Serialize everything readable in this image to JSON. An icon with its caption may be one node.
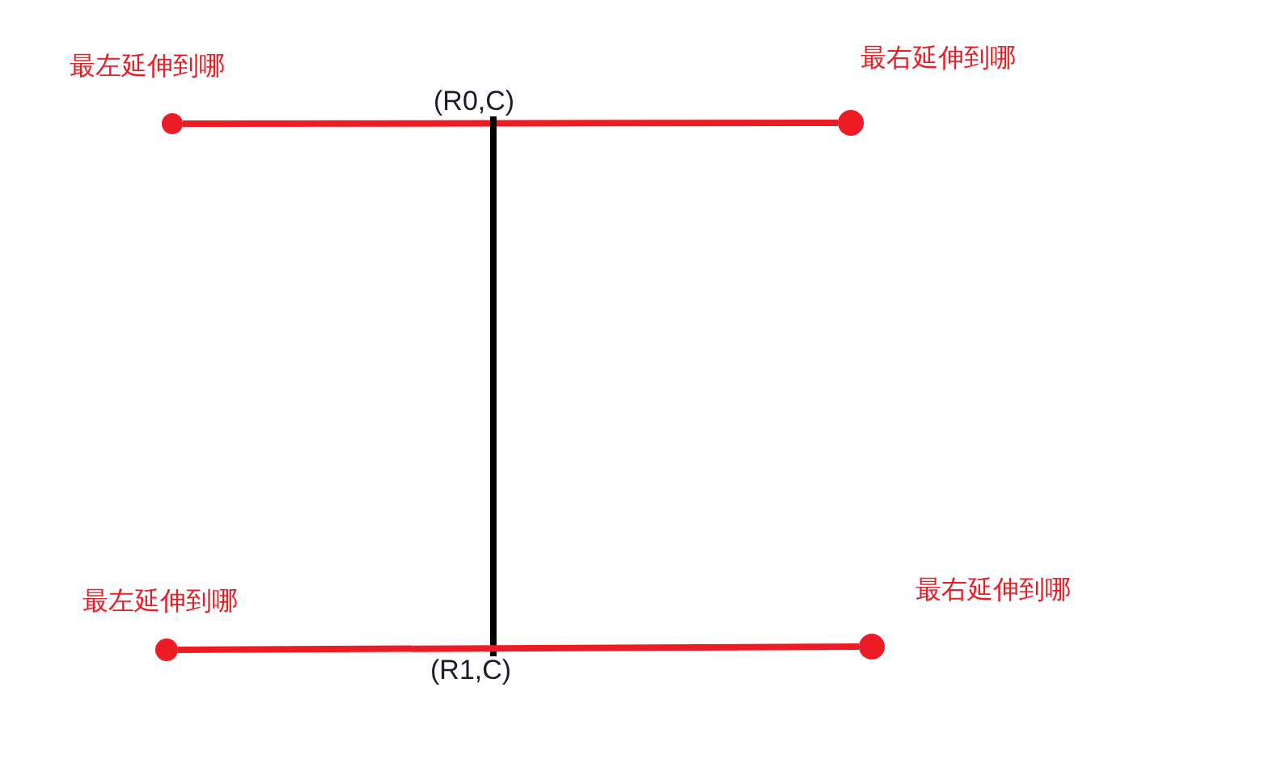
{
  "diagram": {
    "nodes": [
      {
        "text": [],
        "shape": "circle",
        "beside": [
          "最左延伸到哪"
        ]
      },
      {
        "text": [
          "(R0,C)"
        ]
      },
      {
        "text": [],
        "shape": "circle",
        "beside": [
          "最右延伸到哪"
        ]
      },
      {
        "text": [],
        "shape": "circle",
        "beside": [
          "最左延伸到哪"
        ]
      },
      {
        "text": [],
        "shape": "circle",
        "beside": [
          "最右延伸到哪"
        ]
      },
      {
        "text": [
          "(R1,C)"
        ]
      }
    ],
    "edges": [
      {
        "from": 0,
        "to": 2,
        "arrow": "none"
      },
      {
        "from": 1,
        "to": 5,
        "arrow": "none",
        "color": "#000000"
      },
      {
        "from": 3,
        "to": 4,
        "arrow": "none"
      }
    ]
  }
}
